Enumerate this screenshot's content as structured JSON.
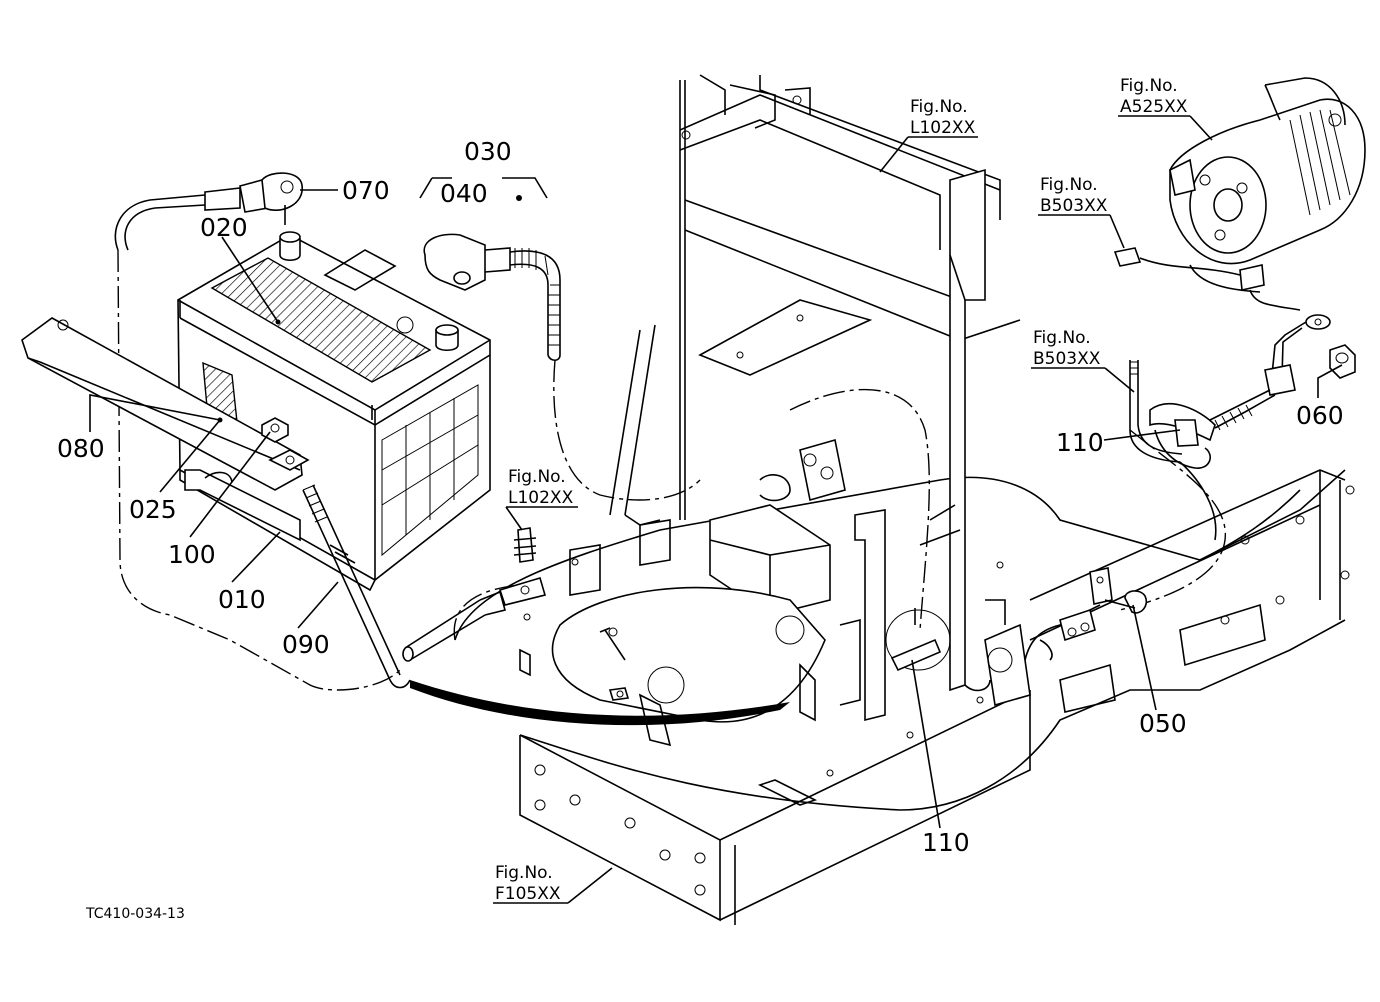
{
  "drawing_code": "TC410-034-13",
  "part_labels": {
    "p010": "010",
    "p020": "020",
    "p025": "025",
    "p030": "030",
    "p040": "040",
    "p050": "050",
    "p060": "060",
    "p070": "070",
    "p080": "080",
    "p090": "090",
    "p100": "100",
    "p110_left": "110",
    "p110_right": "110"
  },
  "figure_refs": {
    "fig_prefix": "Fig.No.",
    "l102_top": "L102XX",
    "a525": "A525XX",
    "b503_top": "B503XX",
    "b503_mid": "B503XX",
    "l102_mid": "L102XX",
    "f105": "F105XX"
  }
}
